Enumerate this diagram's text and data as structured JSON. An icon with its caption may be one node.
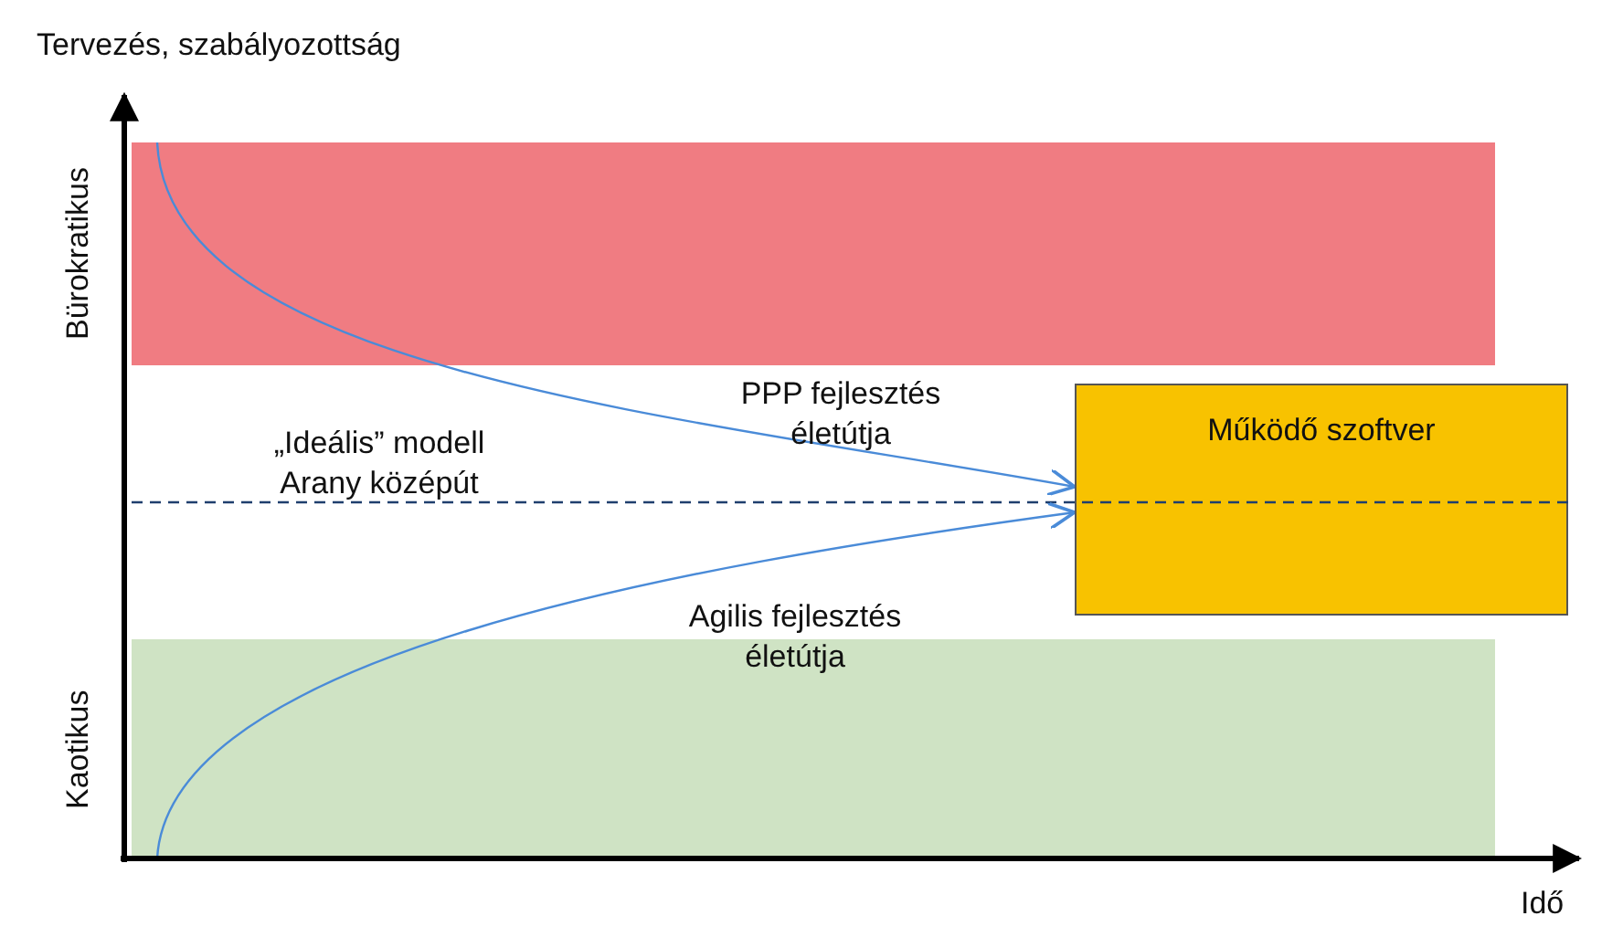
{
  "diagram": {
    "nodes": [
      {
        "text": [],
        "shape": "bar",
        "beside": [
          "Bürokratikus"
        ]
      },
      {
        "text": [
          "Működő szoftver"
        ]
      },
      {
        "text": [],
        "shape": "bar",
        "beside": [
          "Kaotikus"
        ]
      }
    ],
    "edges": [
      {
        "from": 0,
        "to": 1,
        "arrow": "to",
        "label": "PPP fejlesztés életútja"
      },
      {
        "from": 2,
        "to": 1,
        "arrow": "to",
        "label": "Agilis fejlesztés életútja"
      }
    ],
    "labels": [
      "Tervezés, szabályozottság",
      "„Ideális” modell Arany középút",
      "Idő"
    ]
  }
}
